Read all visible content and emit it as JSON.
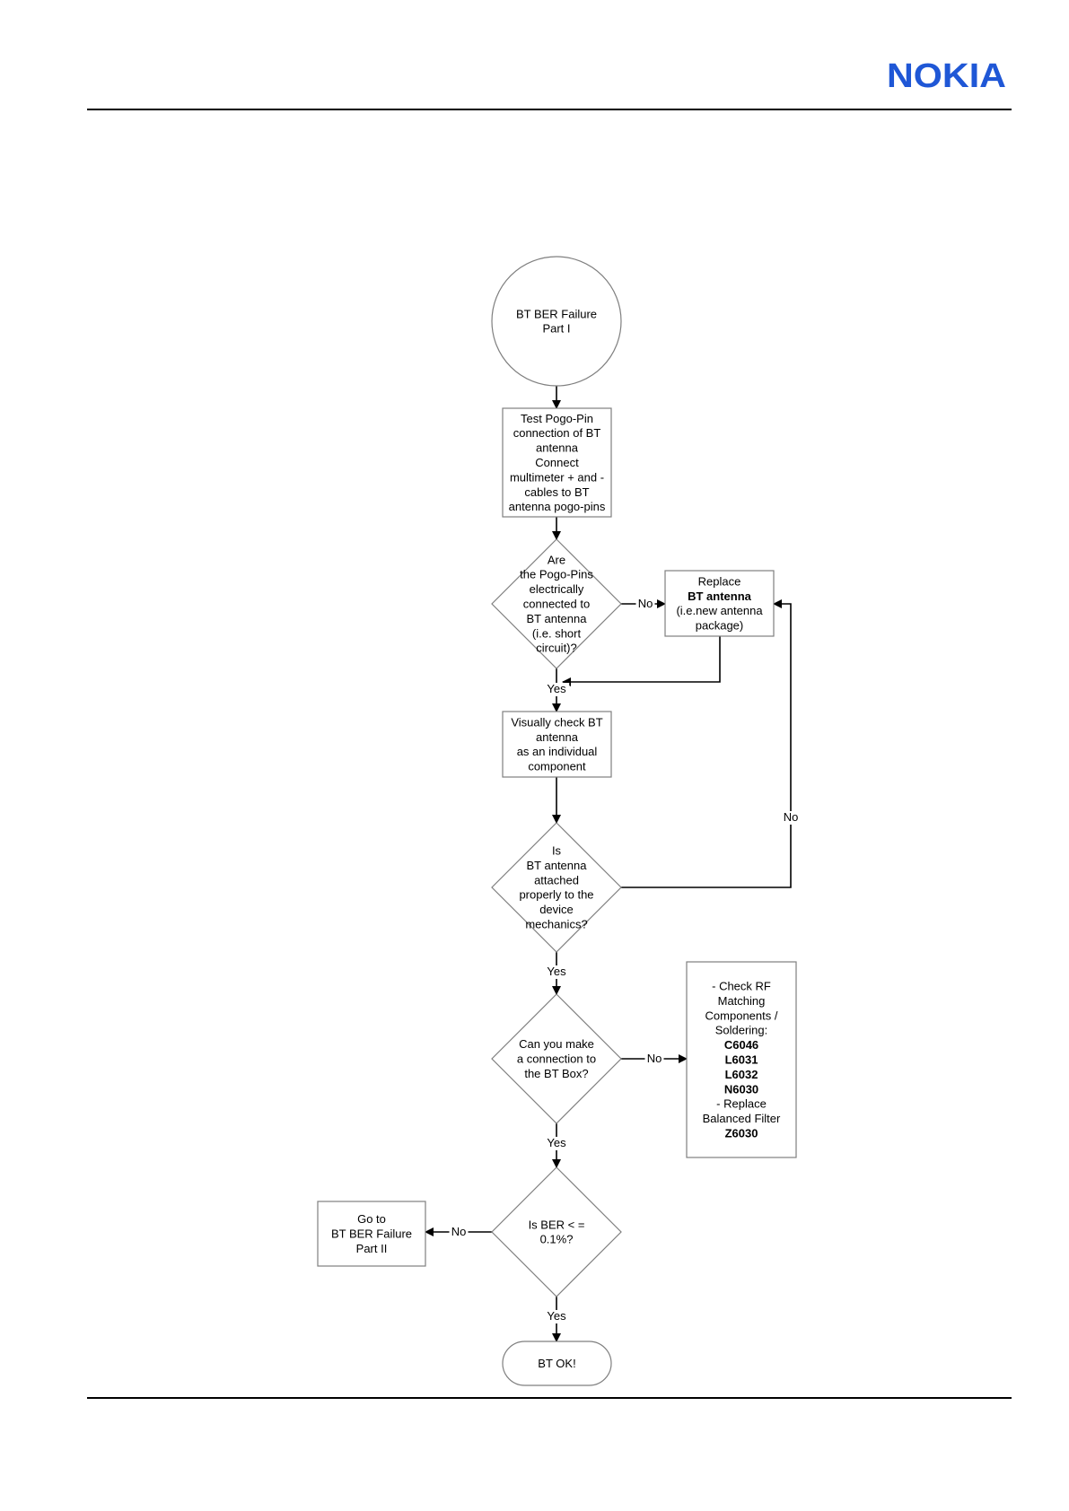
{
  "header": {
    "brand": "NOKIA",
    "brand_color": "#1f57d6"
  },
  "flowchart": {
    "nodes": [
      {
        "id": "start",
        "shape": "circle",
        "lines": [
          {
            "text": "BT BER Failure"
          },
          {
            "text": "Part I"
          }
        ]
      },
      {
        "id": "test-pogo",
        "shape": "rect",
        "lines": [
          {
            "text": "Test Pogo-Pin"
          },
          {
            "text": "connection of BT"
          },
          {
            "text": "antenna"
          },
          {
            "text": "Connect"
          },
          {
            "text": "multimeter + and -"
          },
          {
            "text": "cables to BT"
          },
          {
            "text": "antenna pogo-pins"
          }
        ]
      },
      {
        "id": "pogo-connected",
        "shape": "diamond",
        "lines": [
          {
            "text": "Are"
          },
          {
            "text": "the Pogo-Pins"
          },
          {
            "text": "electrically"
          },
          {
            "text": "connected to"
          },
          {
            "text": "BT antenna"
          },
          {
            "text": "(i.e. short"
          },
          {
            "text": "circuit)?"
          }
        ]
      },
      {
        "id": "replace-antenna",
        "shape": "rect",
        "lines": [
          {
            "text": "Replace"
          },
          {
            "text": "BT antenna",
            "bold": true
          },
          {
            "text": "(i.e.new antenna"
          },
          {
            "text": "package)"
          }
        ]
      },
      {
        "id": "visual-check",
        "shape": "rect",
        "lines": [
          {
            "text": "Visually check  BT"
          },
          {
            "text": "antenna"
          },
          {
            "text": "as an individual"
          },
          {
            "text": "component"
          }
        ]
      },
      {
        "id": "attached-properly",
        "shape": "diamond",
        "lines": [
          {
            "text": "Is"
          },
          {
            "text": "BT antenna"
          },
          {
            "text": "attached"
          },
          {
            "text": "properly to the"
          },
          {
            "text": "device"
          },
          {
            "text": "mechanics?"
          }
        ]
      },
      {
        "id": "bt-box",
        "shape": "diamond",
        "lines": [
          {
            "text": "Can you make"
          },
          {
            "text": "a connection to"
          },
          {
            "text": "the BT Box?"
          }
        ]
      },
      {
        "id": "check-rf",
        "shape": "rect",
        "lines": [
          {
            "text": "- Check RF"
          },
          {
            "text": "Matching"
          },
          {
            "text": "Components /"
          },
          {
            "text": "Soldering:"
          },
          {
            "text": "C6046",
            "bold": true
          },
          {
            "text": "L6031",
            "bold": true
          },
          {
            "text": "L6032",
            "bold": true
          },
          {
            "text": "N6030",
            "bold": true
          },
          {
            "text": "- Replace"
          },
          {
            "text": "Balanced Filter"
          },
          {
            "text": "Z6030",
            "bold": true
          }
        ]
      },
      {
        "id": "ber-check",
        "shape": "diamond",
        "lines": [
          {
            "text": "Is BER < ="
          },
          {
            "text": "0.1%?"
          }
        ]
      },
      {
        "id": "goto-part2",
        "shape": "rect",
        "lines": [
          {
            "text": "Go to"
          },
          {
            "text": "BT BER Failure"
          },
          {
            "text": "Part II"
          }
        ]
      },
      {
        "id": "bt-ok",
        "shape": "terminal",
        "lines": [
          {
            "text": "BT OK!"
          }
        ]
      }
    ],
    "edges": [
      {
        "from": "start",
        "to": "test-pogo",
        "label": ""
      },
      {
        "from": "test-pogo",
        "to": "pogo-connected",
        "label": ""
      },
      {
        "from": "pogo-connected",
        "to": "replace-antenna",
        "label": "No"
      },
      {
        "from": "replace-antenna",
        "to": "visual-check",
        "label": ""
      },
      {
        "from": "pogo-connected",
        "to": "visual-check",
        "label": "Yes"
      },
      {
        "from": "visual-check",
        "to": "attached-properly",
        "label": ""
      },
      {
        "from": "attached-properly",
        "to": "replace-antenna",
        "label": "No"
      },
      {
        "from": "attached-properly",
        "to": "bt-box",
        "label": "Yes"
      },
      {
        "from": "bt-box",
        "to": "check-rf",
        "label": "No"
      },
      {
        "from": "bt-box",
        "to": "ber-check",
        "label": "Yes"
      },
      {
        "from": "ber-check",
        "to": "goto-part2",
        "label": "No"
      },
      {
        "from": "ber-check",
        "to": "bt-ok",
        "label": "Yes"
      }
    ]
  }
}
